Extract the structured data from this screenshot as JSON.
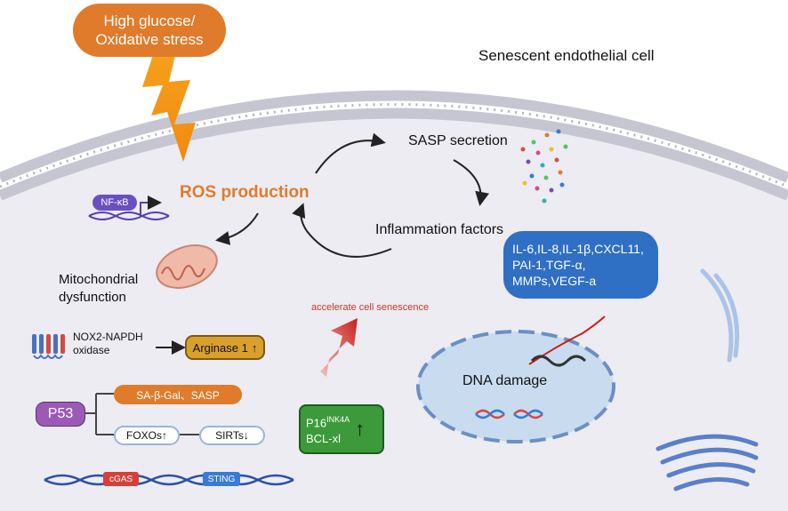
{
  "trigger": {
    "line1": "High glucose/",
    "line2": "Oxidative stress"
  },
  "cell_title": "Senescent endothelial cell",
  "ros_label": "ROS production",
  "sasp_label": "SASP secretion",
  "inflammation_label": "Inflammation factors",
  "cytokines": {
    "line1": "IL-6,IL-8,IL-1β,CXCL11,",
    "line2": "PAI-1,TGF-α,",
    "line3": "MMPs,VEGF-a"
  },
  "nfkb_label": "NF-κB",
  "mito": {
    "line1": "Mitochondrial",
    "line2": "dysfunction"
  },
  "nox2": {
    "line1": "NOX2-NAPDH",
    "line2": "oxidase"
  },
  "arginase": {
    "label": "Arginase 1",
    "arrow": "↑"
  },
  "accelerate_label": "accelerate cell senescence",
  "p53_label": "P53",
  "sa_beta_gal": "SA-β-Gal、SASP",
  "foxos": {
    "label": "FOXOs",
    "arrow": "↑"
  },
  "sirts": {
    "label": "SIRTs",
    "arrow": "↓"
  },
  "p16": {
    "label": "P16",
    "superscript": "INK4A",
    "line2": "BCL-xl",
    "arrow": "↑"
  },
  "dna_damage_label": "DNA damage",
  "cgas_label": "cGAS",
  "sting_label": "STING",
  "colors": {
    "orange": "#e07b2c",
    "cytokine_blue": "#2f6fc4",
    "p53_purple": "#9b5bb5",
    "green": "#3c9a3a",
    "arginase_gold": "#d9a02b",
    "accelerate_red": "#c8382a",
    "cell_fill": "#eeeef3",
    "membrane": "#c9c9d6"
  }
}
